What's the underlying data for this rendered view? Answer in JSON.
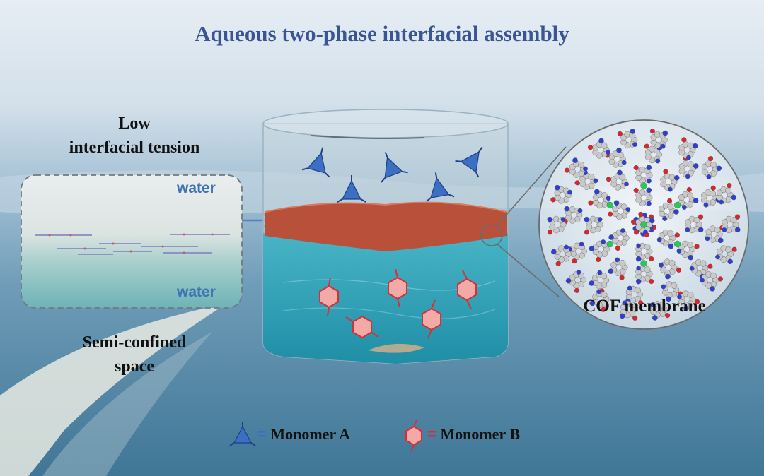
{
  "title": "Aqueous two-phase interfacial assembly",
  "left_panel": {
    "top_heading_line1": "Low",
    "top_heading_line2": "interfacial tension",
    "water_top": "water",
    "water_bottom": "water",
    "bottom_heading_line1": "Semi-confined",
    "bottom_heading_line2": "space"
  },
  "membrane_label": "COF membrane",
  "legend": {
    "monomer_a_eq": "=",
    "monomer_a": "Monomer A",
    "monomer_b_eq": "=",
    "monomer_b": "Monomer B"
  },
  "colors": {
    "title": "#3a5692",
    "monomer_a": "#3a6fc4",
    "monomer_b": "#e0474c",
    "interface_layer": "#b8503a",
    "lower_water": "#2aa0b8",
    "water_label": "#3d74b2"
  },
  "icons": [
    "monomer-a-icon",
    "monomer-b-icon",
    "arrow-icon",
    "cof-structure-icon"
  ]
}
